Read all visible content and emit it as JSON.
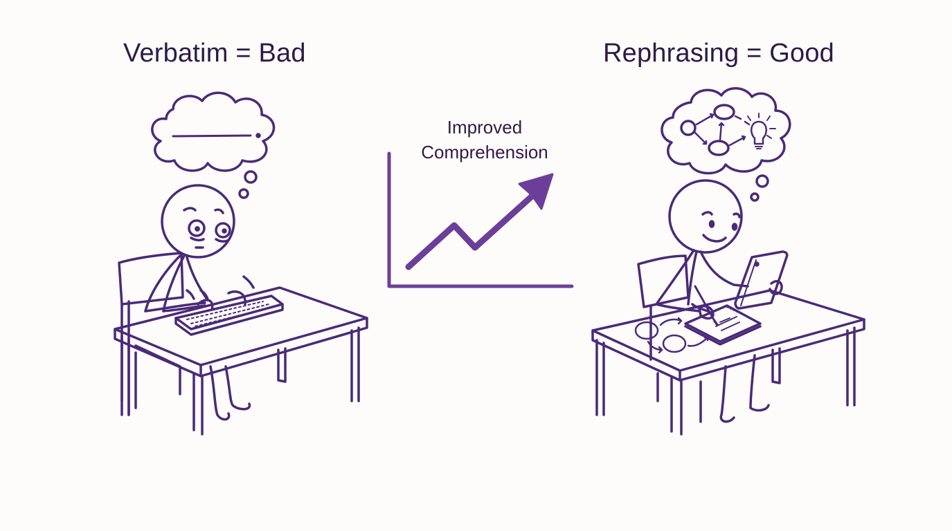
{
  "titles": {
    "left": "Verbatim = Bad",
    "right": "Rephrasing = Good"
  },
  "center_chart": {
    "label_line1": "Improved",
    "label_line2": "Comprehension"
  },
  "colors": {
    "stroke": "#4a2a78",
    "arrow_fill": "#6b3f99",
    "title_text": "#2e1a47",
    "background": "#fdfcfa"
  },
  "chart_data": {
    "type": "line",
    "title": "Improved Comprehension",
    "x": [
      0,
      1,
      2,
      3
    ],
    "values": [
      1,
      3,
      2,
      5
    ],
    "xlabel": "",
    "ylabel": "",
    "grid": false,
    "annotations": [
      "upward arrow indicating improvement"
    ]
  }
}
